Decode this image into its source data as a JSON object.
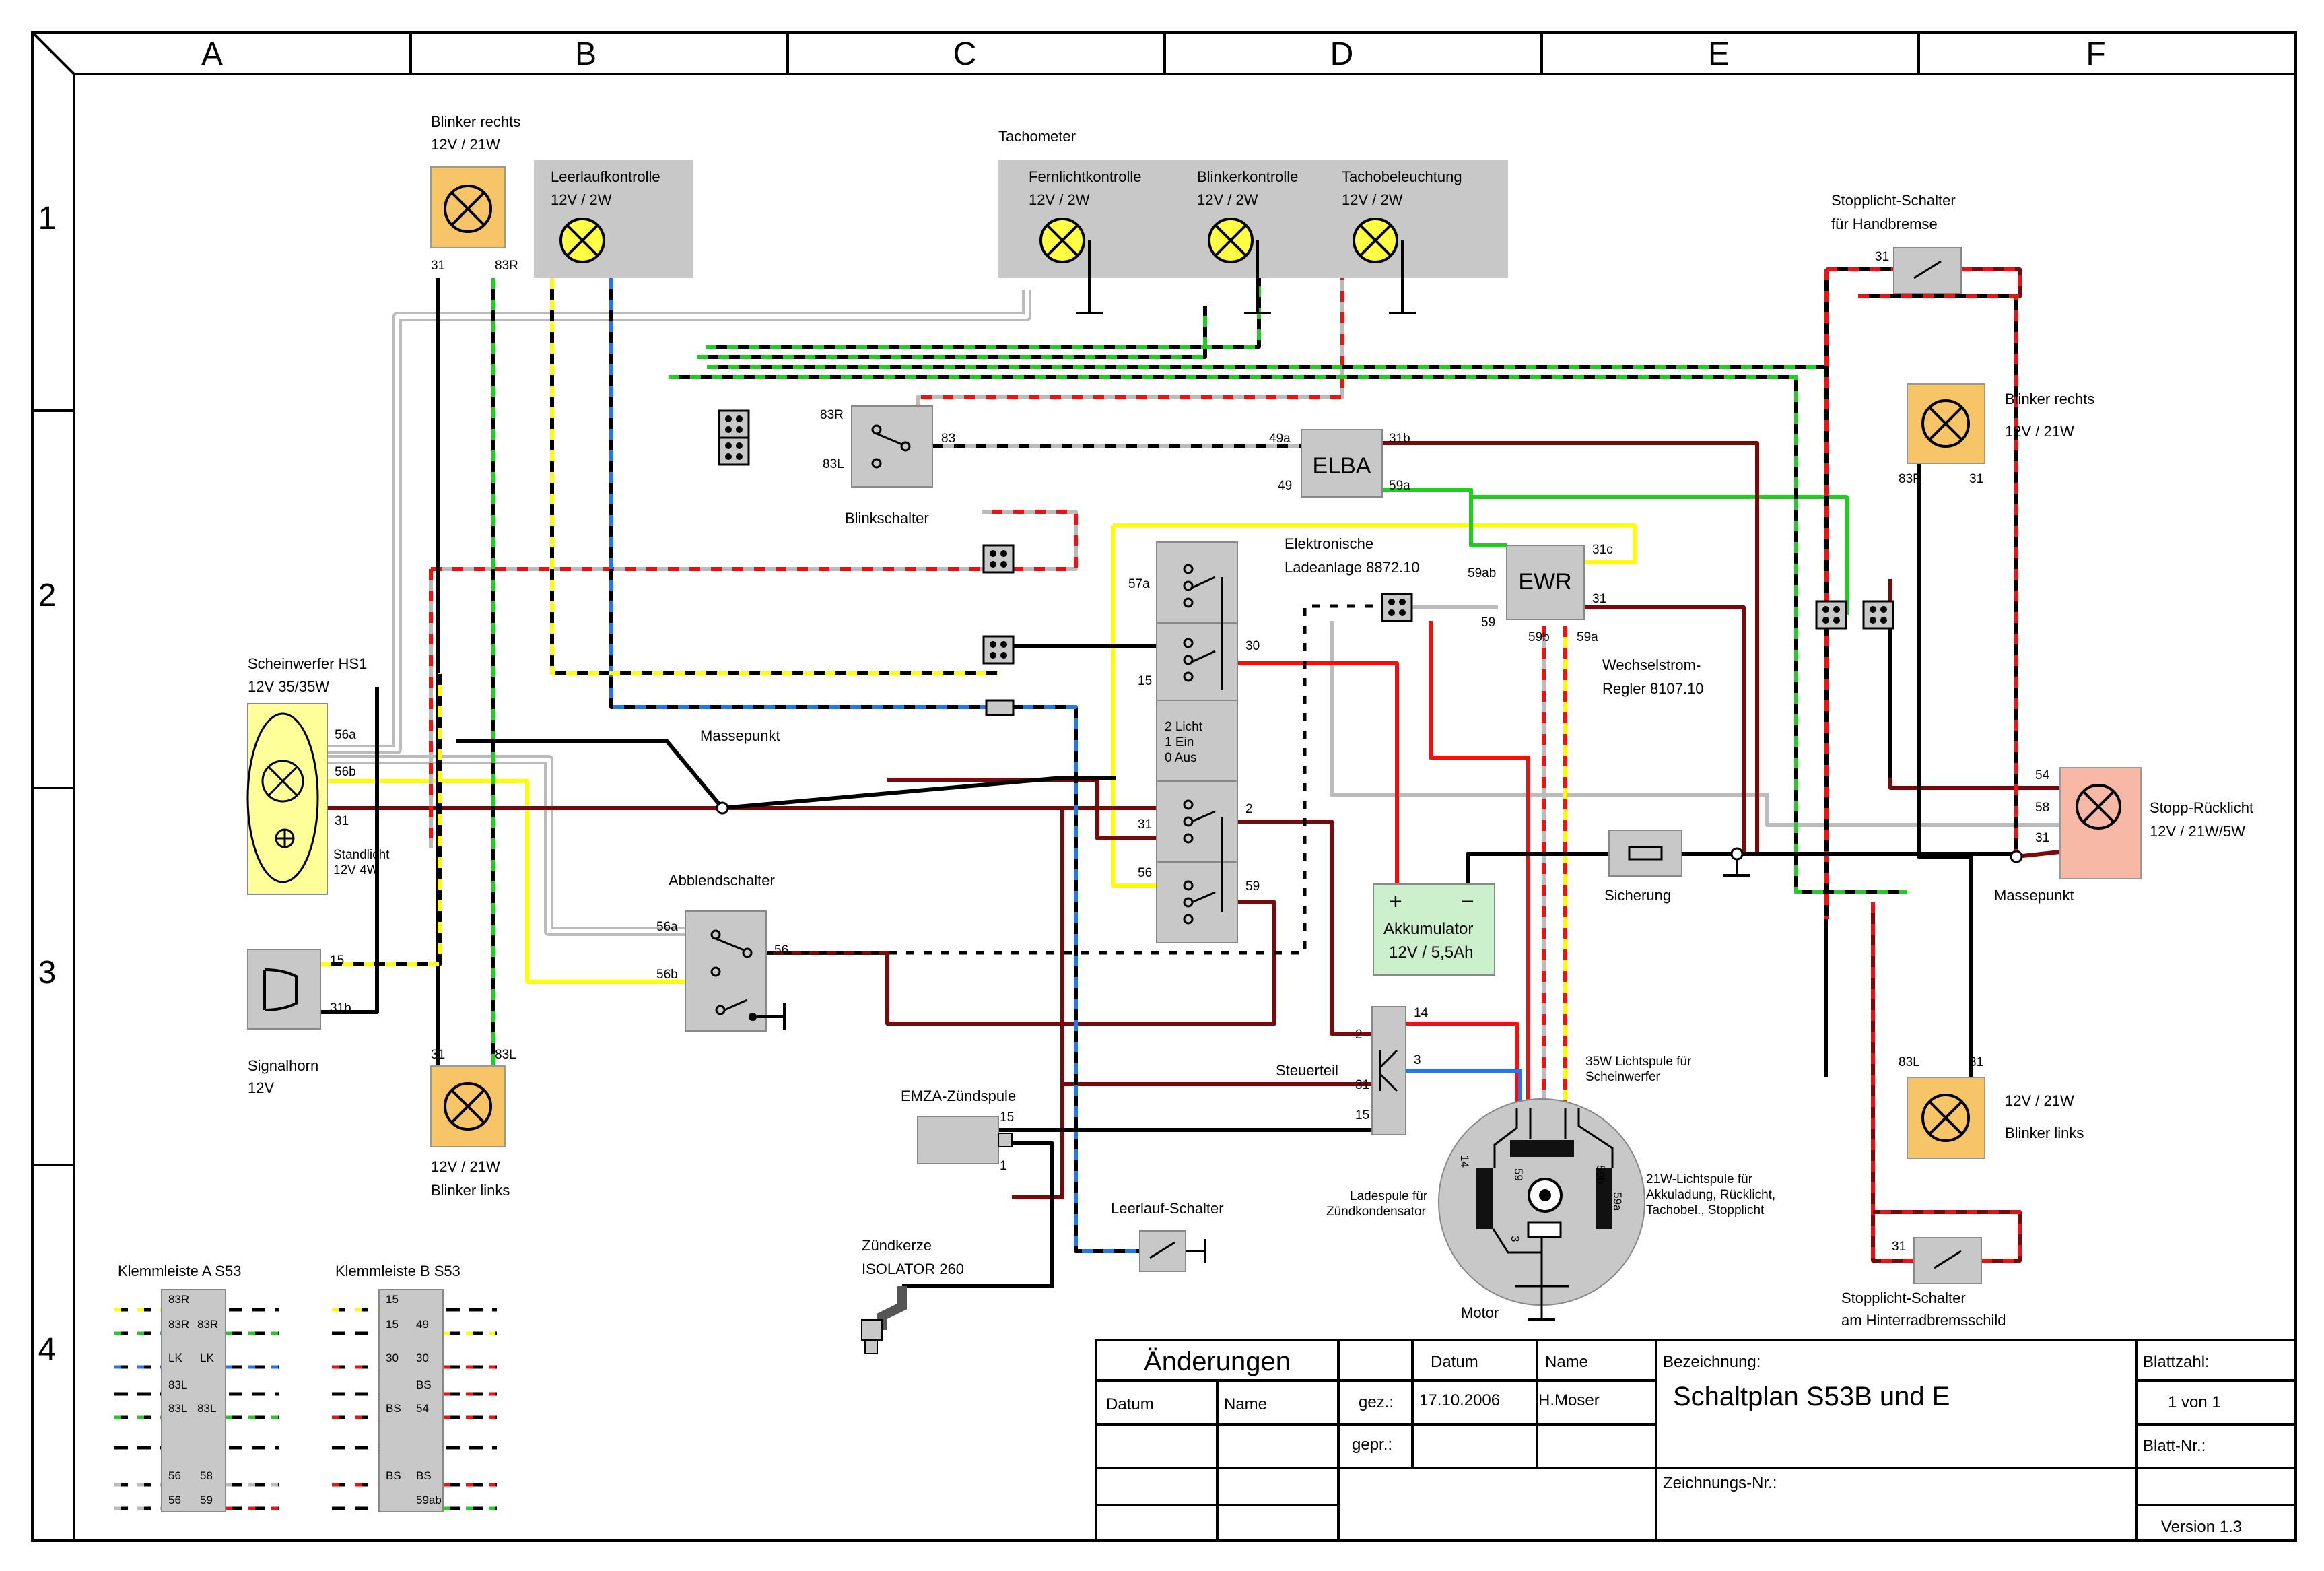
{
  "grid": {
    "columns": [
      "A",
      "B",
      "C",
      "D",
      "E",
      "F"
    ],
    "rows": [
      "1",
      "2",
      "3",
      "4"
    ]
  },
  "colors": {
    "brown": "#7a0a0a",
    "red": "#ee1111",
    "green": "#22cc22",
    "yellow": "#ffff00",
    "blue": "#2277ee",
    "grey": "#bbbbbb",
    "black": "#000000",
    "lamp_fill": "#ffff44",
    "box_grey": "#c8c8c8",
    "orange_box": "#f7c468",
    "headlamp_box": "#ffff99",
    "battery_box": "#ccf0cc",
    "stop_box": "#f7b8a6"
  },
  "components": {
    "blinker_rechts_front": {
      "title": "Blinker rechts",
      "rating": "12V / 21W",
      "pin_a": "31",
      "pin_b": "83R"
    },
    "leerlaufkontrolle": {
      "title": "Leerlaufkontrolle",
      "rating": "12V / 2W"
    },
    "tachometer": {
      "title": "Tachometer",
      "lamps": [
        {
          "title": "Fernlichtkontrolle",
          "rating": "12V / 2W"
        },
        {
          "title": "Blinkerkontrolle",
          "rating": "12V / 2W"
        },
        {
          "title": "Tachobeleuchtung",
          "rating": "12V / 2W"
        }
      ]
    },
    "blinkschalter": {
      "title": "Blinkschalter",
      "pin_top": "83R",
      "pin_bottom": "83L",
      "pin_out": "83"
    },
    "elba": {
      "title": "ELBA",
      "pins": [
        "49a",
        "31b",
        "49",
        "59a"
      ]
    },
    "ewr": {
      "title": "EWR",
      "pins": [
        "59ab",
        "31c",
        "31",
        "59",
        "59b",
        "59a"
      ],
      "desc_line1": "Wechselstrom-",
      "desc_line2": "Regler 8107.10"
    },
    "ladeanlage": {
      "line1": "Elektronische",
      "line2": "Ladeanlage 8872.10"
    },
    "zuendschloss": {
      "pins": [
        "57a",
        "30",
        "15",
        "31",
        "2",
        "56",
        "59"
      ],
      "legend": [
        "2 Licht",
        "1 Ein",
        "0 Aus"
      ]
    },
    "scheinwerfer": {
      "title": "Scheinwerfer HS1",
      "rating": "12V 35/35W",
      "pins": [
        "56a",
        "56b",
        "31"
      ],
      "standlicht": "Standlicht",
      "standlicht_rating": "12V 4W"
    },
    "massepunkt_left": "Massepunkt",
    "massepunkt_right": "Massepunkt",
    "abblendschalter": {
      "title": "Abblendschalter",
      "pins": [
        "56a",
        "56",
        "56b"
      ]
    },
    "signalhorn": {
      "title": "Signalhorn",
      "rating": "12V",
      "pins": [
        "15",
        "31b"
      ]
    },
    "blinker_links_front": {
      "title": "Blinker links",
      "rating": "12V / 21W",
      "pin_a": "31",
      "pin_b": "83L"
    },
    "akkumulator": {
      "title": "Akkumulator",
      "rating": "12V / 5,5Ah",
      "plus": "+",
      "minus": "−"
    },
    "sicherung": "Sicherung",
    "stopplicht_hand": {
      "line1": "Stopplicht-Schalter",
      "line2": "für Handbremse",
      "pin": "31"
    },
    "blinker_rechts_rear": {
      "title": "Blinker rechts",
      "rating": "12V / 21W",
      "pin_a": "83R",
      "pin_b": "31"
    },
    "stopp_ruecklicht": {
      "title": "Stopp-Rücklicht",
      "rating": "12V / 21W/5W",
      "pins": [
        "54",
        "58",
        "31"
      ]
    },
    "blinker_links_rear": {
      "title": "Blinker links",
      "rating": "12V / 21W",
      "pin_a": "83L",
      "pin_b": "31"
    },
    "stopplicht_hinterrad": {
      "line1": "Stopplicht-Schalter",
      "line2": "am Hinterradbremsschild",
      "pin": "31"
    },
    "steuerteil": {
      "title": "Steuerteil",
      "pins": [
        "2",
        "31",
        "14",
        "3",
        "15"
      ]
    },
    "emza": {
      "title": "EMZA-Zündspule",
      "pins": [
        "15",
        "1"
      ]
    },
    "zuendkerze": {
      "line1": "Zündkerze",
      "line2": "ISOLATOR 260"
    },
    "leerlauf_schalter": "Leerlauf-Schalter",
    "motor": {
      "title": "Motor",
      "coil_35w_line1": "35W Lichtspule für",
      "coil_35w_line2": "Scheinwerfer",
      "coil_21w_line1": "21W-Lichtspule für",
      "coil_21w_line2": "Akkuladung, Rücklicht,",
      "coil_21w_line3": "Tachobel., Stopplicht",
      "ladespule_line1": "Ladespule für",
      "ladespule_line2": "Zündkondensator",
      "pins": [
        "14",
        "59",
        "59b",
        "59a",
        "3"
      ]
    },
    "klemmleiste_a": {
      "title": "Klemmleiste A S53",
      "labels": [
        "83R",
        "83R",
        "83R",
        "LK",
        "LK",
        "83L",
        "83L",
        "83L",
        "56",
        "58",
        "56",
        "59"
      ]
    },
    "klemmleiste_b": {
      "title": "Klemmleiste B S53",
      "labels": [
        "15",
        "15",
        "49",
        "30",
        "30",
        "BS",
        "BS",
        "54",
        "BS",
        "BS",
        "59ab"
      ]
    }
  },
  "title_block": {
    "aenderungen": "Änderungen",
    "datum_col": "Datum",
    "name_col": "Name",
    "datum_hdr": "Datum",
    "name_hdr": "Name",
    "gez": "gez.:",
    "gez_date": "17.10.2006",
    "gez_name": "H.Moser",
    "gepr": "gepr.:",
    "bezeichnung_lbl": "Bezeichnung:",
    "bezeichnung": "Schaltplan S53B und E",
    "zeichnungs_nr": "Zeichnungs-Nr.:",
    "blattzahl_lbl": "Blattzahl:",
    "blattzahl": "1 von 1",
    "blatt_nr_lbl": "Blatt-Nr.:",
    "version": "Version 1.3"
  }
}
